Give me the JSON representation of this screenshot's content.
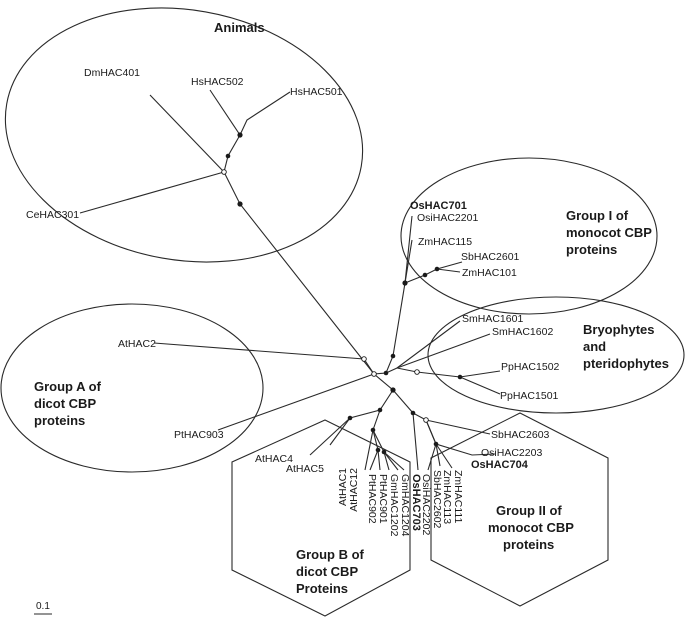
{
  "groups": {
    "animals": "Animals",
    "monocot1": [
      "Group I of",
      "monocot CBP",
      "proteins"
    ],
    "bryo": [
      "Bryophytes",
      "and",
      "pteridophytes"
    ],
    "dicotA": [
      "Group A of",
      "dicot CBP",
      "proteins"
    ],
    "dicotB": [
      "Group B of",
      "dicot CBP",
      "Proteins"
    ],
    "monocot2": [
      "Group II of",
      "monocot CBP",
      "proteins"
    ]
  },
  "leaves": {
    "DmHAC401": "DmHAC401",
    "HsHAC502": "HsHAC502",
    "HsHAC501": "HsHAC501",
    "CeHAC301": "CeHAC301",
    "OsHAC701": "OsHAC701",
    "OsiHAC2201": "OsiHAC2201",
    "ZmHAC115": "ZmHAC115",
    "SbHAC2601": "SbHAC2601",
    "ZmHAC101": "ZmHAC101",
    "SmHAC1601": "SmHAC1601",
    "SmHAC1602": "SmHAC1602",
    "PpHAC1502": "PpHAC1502",
    "PpHAC1501": "PpHAC1501",
    "AtHAC2": "AtHAC2",
    "PtHAC903": "PtHAC903",
    "AtHAC4": "AtHAC4",
    "AtHAC5": "AtHAC5",
    "AtHAC12": "AtHAC12",
    "AtHAC1": "AtHAC1",
    "PtHAC902": "PtHAC902",
    "PtHAC901": "PtHAC901",
    "GmHAC1202": "GmHAC1202",
    "GmHAC1204": "GmHAC1204",
    "OsHAC703": "OsHAC703",
    "OsiHAC2202": "OsiHAC2202",
    "SbHAC2602": "SbHAC2602",
    "ZmHAC113": "ZmHAC113",
    "ZmHAC111": "ZmHAC111",
    "SbHAC2603": "SbHAC2603",
    "OsiHAC2203": "OsiHAC2203",
    "OsHAC704": "OsHAC704"
  },
  "scale": {
    "label": "0.1"
  },
  "colors": {
    "line": "#2a2a2a",
    "text": "#1a1a1a"
  }
}
